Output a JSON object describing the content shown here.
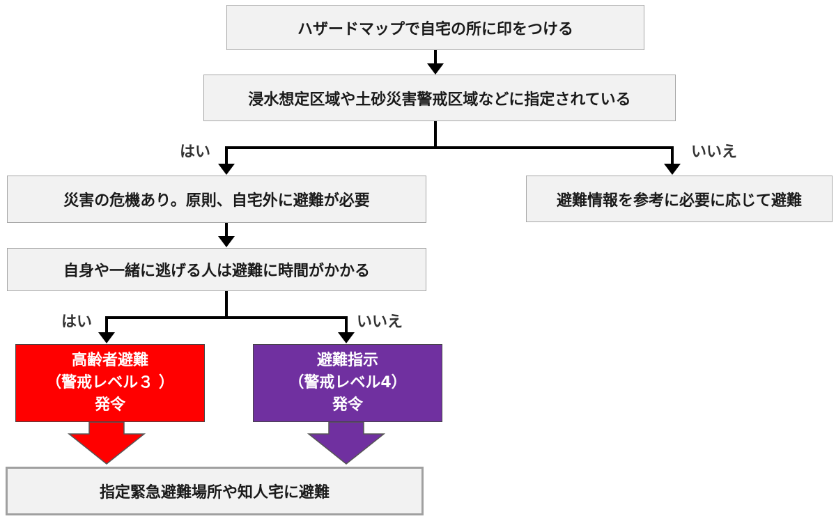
{
  "flowchart": {
    "step1": "ハザードマップで自宅の所に印をつける",
    "step2": "浸水想定区域や土砂災害警戒区域などに指定されている",
    "yes_label_1": "はい",
    "no_label_1": "いいえ",
    "yes_result": "災害の危機あり。原則、自宅外に避難が必要",
    "no_result": "避難情報を参考に必要に応じて避難",
    "step3": "自身や一緒に逃げる人は避難に時間がかかる",
    "yes_label_2": "はい",
    "no_label_2": "いいえ",
    "alert_level3": {
      "line1": "高齢者避難",
      "line2": "（警戒レベル３ ）",
      "line3": "発令",
      "color": "#ff0000"
    },
    "alert_level4": {
      "line1": "避難指示",
      "line2": "（警戒レベル4）",
      "line3": "発令",
      "color": "#7030a0"
    },
    "final_action": "指定緊急避難場所や知人宅に避難"
  }
}
